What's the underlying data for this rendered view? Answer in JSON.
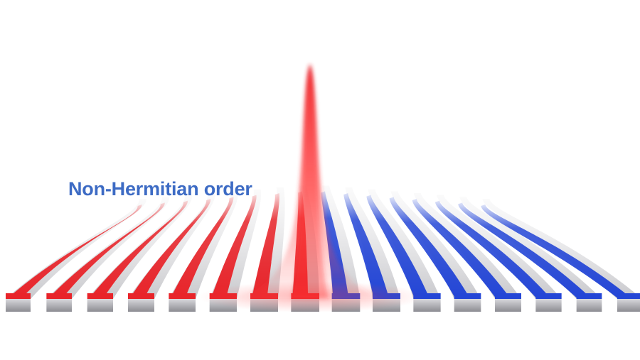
{
  "title": "Non-Hermitian order",
  "colors": {
    "title": "#3d6bc4",
    "red": "#e8242a",
    "blue": "#2446d6",
    "base": "#b4b4b8",
    "glow": "#ff3030"
  },
  "waveguides": [
    {
      "color": "red"
    },
    {
      "color": "red"
    },
    {
      "color": "red"
    },
    {
      "color": "red"
    },
    {
      "color": "red"
    },
    {
      "color": "red"
    },
    {
      "color": "red"
    },
    {
      "color": "red"
    },
    {
      "color": "blue"
    },
    {
      "color": "blue"
    },
    {
      "color": "blue"
    },
    {
      "color": "blue"
    },
    {
      "color": "blue"
    },
    {
      "color": "blue"
    },
    {
      "color": "blue"
    },
    {
      "color": "blue"
    }
  ]
}
